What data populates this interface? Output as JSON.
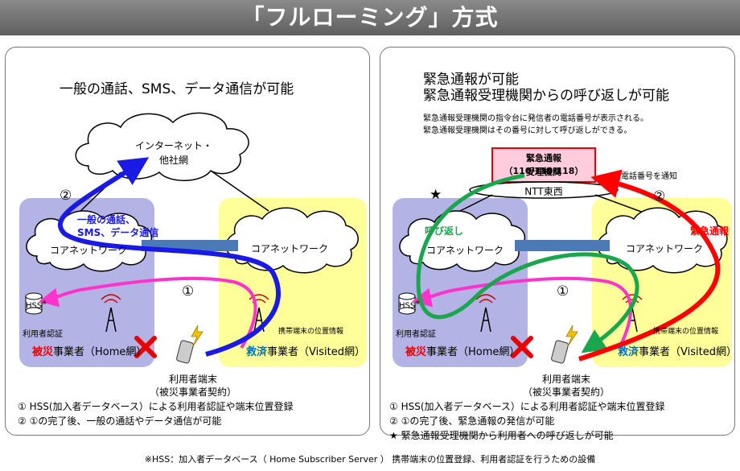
{
  "title": "「フルローミング」方式",
  "left": {
    "heading": "一般の通話、SMS、データ通信が可能",
    "internet_line1": "インターネット・",
    "internet_line2": "他社網",
    "marker2": "②",
    "marker1": "①",
    "blue_label_line1": "一般の通話、",
    "blue_label_line2": "SMS、データ通信",
    "core_home": "コアネットワーク",
    "core_visited": "コアネットワーク",
    "hss": "HSS",
    "hss_note": "※",
    "auth_label": "利用者認証",
    "location_label": "携帯端末の位置情報",
    "home_op_prefix": "被災",
    "home_op_suffix": "事業者（Home網）",
    "visited_op_prefix": "救済",
    "visited_op_suffix": "事業者（Visited網）",
    "terminal_line1": "利用者端末",
    "terminal_line2": "（被災事業者契約）",
    "notes": [
      "①  HSS(加入者データベース）による利用者認証や端末位置登録",
      "②  ①の完了後、一般の通話やデータ通信が可能"
    ]
  },
  "right": {
    "heading_line1": "緊急通報が可能",
    "heading_line2": "緊急通報受理機関からの呼び返しが可能",
    "desc_line1": "緊急通報受理機関の指令台に発信者の電話番号が表示される。",
    "desc_line2": "緊急通報受理機関はその番号に対して呼び返しができる。",
    "psap_line1": "緊急通報（110/119/118）",
    "psap_line2": "受理機関",
    "ntt": "NTT東西",
    "notify_number": "電話番号を通知",
    "star": "★",
    "marker2": "②",
    "marker1": "①",
    "callback_label": "呼び返し",
    "emergency_label": "緊急通報",
    "core_home": "コアネットワーク",
    "core_visited": "コアネットワーク",
    "hss": "HSS",
    "hss_note": "※",
    "auth_label": "利用者認証",
    "location_label": "携帯端末の位置情報",
    "home_op_prefix": "被災",
    "home_op_suffix": "事業者（Home網）",
    "visited_op_prefix": "救済",
    "visited_op_suffix": "事業者（Visited網）",
    "terminal_line1": "利用者端末",
    "terminal_line2": "（被災事業者契約）",
    "notes": [
      "①  HSS(加入者データベース）による利用者認証や端末位置登録",
      "②  ①の完了後、緊急通報の発信が可能",
      "★  緊急通報受理機関から利用者への呼び返しが可能"
    ]
  },
  "footnote": "※HSS：加入者データベース（ Home Subscriber Server ） 携帯端末の位置登録、利用者認証を行うための設備",
  "colors": {
    "home_box": "#b3b3e6",
    "visited_box": "#ffff99",
    "blue_arrow": "#1a1ae6",
    "pink_arrow": "#ff33cc",
    "green_arrow": "#1aa64d",
    "red_arrow": "#ff0000",
    "link": "#4a7ab8",
    "emphasis_red": "#e60000",
    "emphasis_blue": "#0070c0"
  }
}
